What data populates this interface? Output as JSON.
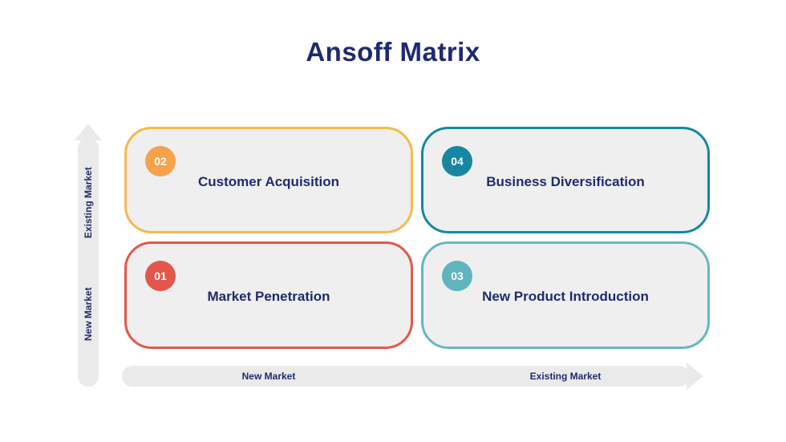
{
  "title": "Ansoff Matrix",
  "colors": {
    "title_navy": "#1E2A6E",
    "text_navy": "#1F2B6E",
    "card_background": "#EFEFEF",
    "axis_gray": "#EAEAEA",
    "yellow_border": "#F4BA4E",
    "orange_badge": "#F5A24B",
    "red": "#E2574C",
    "teal_dark": "#1787A1",
    "teal_light": "#66B7C2"
  },
  "y_axis": {
    "top_label": "Existing Market",
    "bottom_label": "New Market"
  },
  "x_axis": {
    "left_label": "New Market",
    "right_label": "Existing Market"
  },
  "quadrants": [
    {
      "number": "01",
      "label": "Market Penetration"
    },
    {
      "number": "02",
      "label": "Customer Acquisition"
    },
    {
      "number": "03",
      "label": "New Product Introduction"
    },
    {
      "number": "04",
      "label": "Business Diversification"
    }
  ]
}
